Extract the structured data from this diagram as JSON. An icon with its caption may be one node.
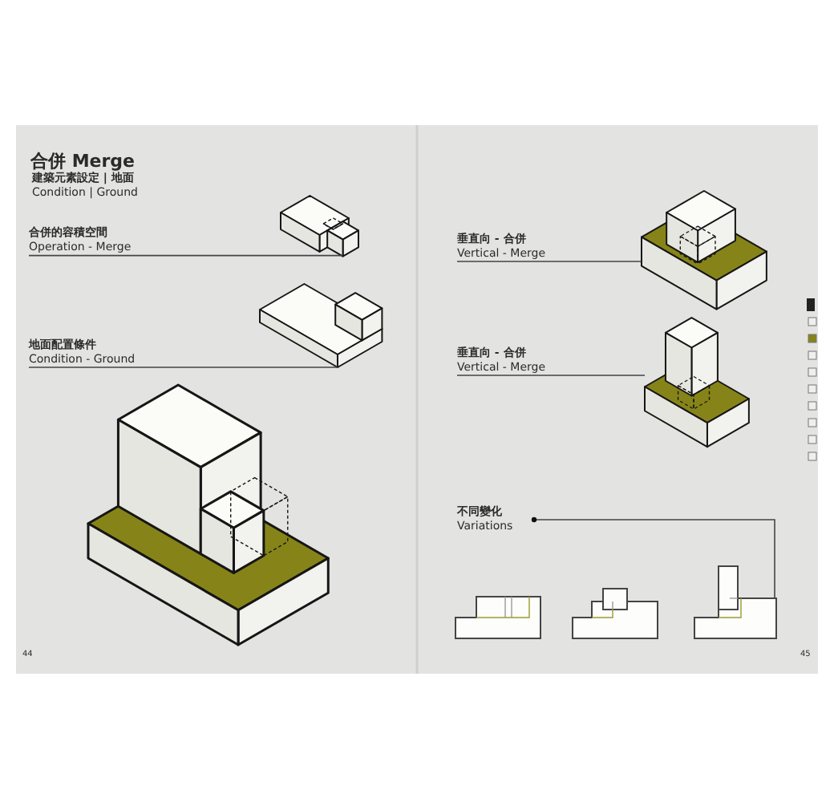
{
  "diagram": {
    "title": "合併 Merge",
    "nodes": [
      {
        "text": [
          "合併的容積空間",
          "Operation - Merge"
        ]
      },
      {
        "text": [],
        "shape": "picture"
      },
      {
        "text": [
          "地面配置條件",
          "Condition - Ground"
        ]
      },
      {
        "text": [],
        "shape": "picture"
      },
      {
        "text": [
          "垂直向 - 合併",
          "Vertical - Merge"
        ]
      },
      {
        "text": [],
        "shape": "picture"
      },
      {
        "text": [
          "垂直向 - 合併",
          "Vertical - Merge"
        ]
      },
      {
        "text": [],
        "shape": "picture"
      },
      {
        "text": [
          "不同變化",
          "Variations"
        ]
      },
      {
        "text": [],
        "shape": "picture"
      }
    ],
    "edges": [
      {
        "from": 0,
        "to": 1,
        "arrow": "none"
      },
      {
        "from": 2,
        "to": 3,
        "arrow": "none"
      },
      {
        "from": 4,
        "to": 5,
        "arrow": "none"
      },
      {
        "from": 6,
        "to": 7,
        "arrow": "none"
      },
      {
        "from": 8,
        "to": 9,
        "arrow": "other"
      }
    ],
    "labels": [
      "建築元素設定 | 地面",
      "Condition | Ground",
      "44",
      "45"
    ]
  }
}
